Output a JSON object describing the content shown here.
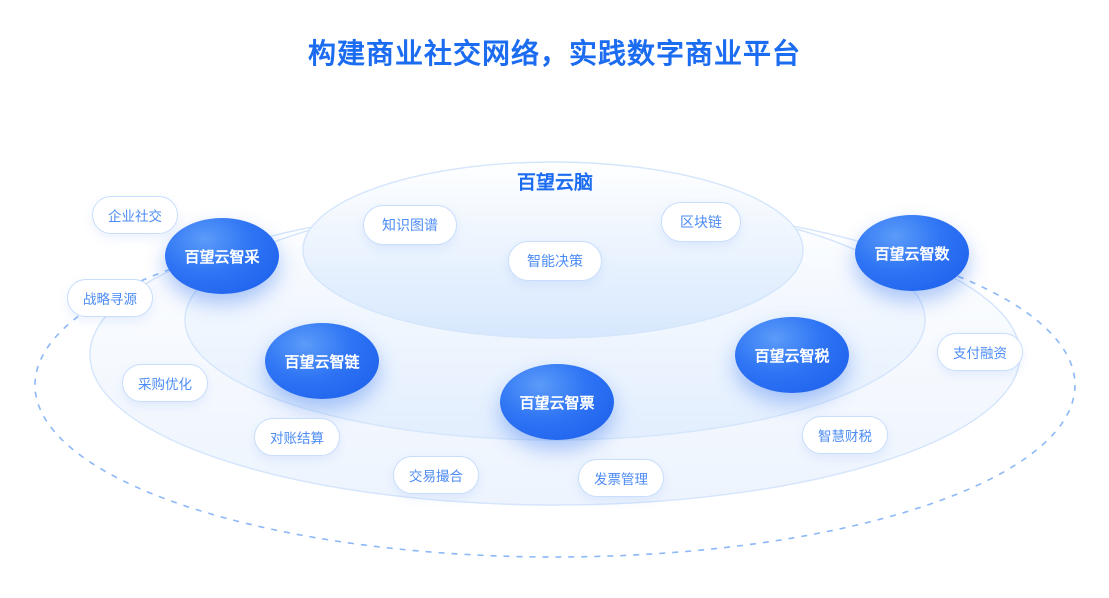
{
  "title": "构建商业社交网络，实践数字商业平台",
  "brain": {
    "label": "百望云脑"
  },
  "inner_bubbles": [
    {
      "label": "知识图谱"
    },
    {
      "label": "智能决策"
    },
    {
      "label": "区块链"
    }
  ],
  "core_nodes": [
    {
      "label": "百望云智采"
    },
    {
      "label": "百望云智链"
    },
    {
      "label": "百望云智票"
    },
    {
      "label": "百望云智税"
    },
    {
      "label": "百望云智数"
    }
  ],
  "outer_pills": [
    {
      "label": "企业社交"
    },
    {
      "label": "战略寻源"
    },
    {
      "label": "采购优化"
    },
    {
      "label": "对账结算"
    },
    {
      "label": "交易撮合"
    },
    {
      "label": "发票管理"
    },
    {
      "label": "智慧财税"
    },
    {
      "label": "支付融资"
    }
  ],
  "colors": {
    "title_color": "#1b6cf0",
    "node_fill": "#2a6ef5",
    "pill_text": "#4d8cf5",
    "pill_border": "#c9defc",
    "ring_stroke": "#d4e5fc",
    "dashed_stroke": "#8cb8f7"
  }
}
